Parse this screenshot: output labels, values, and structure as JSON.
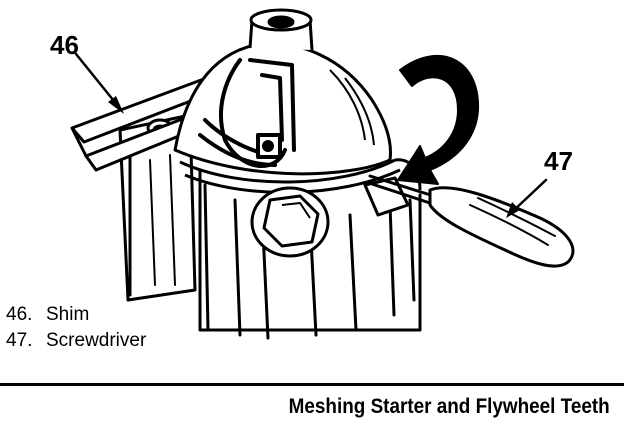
{
  "callouts": [
    {
      "number": "46",
      "label": "Shim"
    },
    {
      "number": "47",
      "label": "Screwdriver"
    }
  ],
  "caption": "Meshing Starter and Flywheel Teeth",
  "colors": {
    "ink": "#000000",
    "paper": "#ffffff"
  }
}
